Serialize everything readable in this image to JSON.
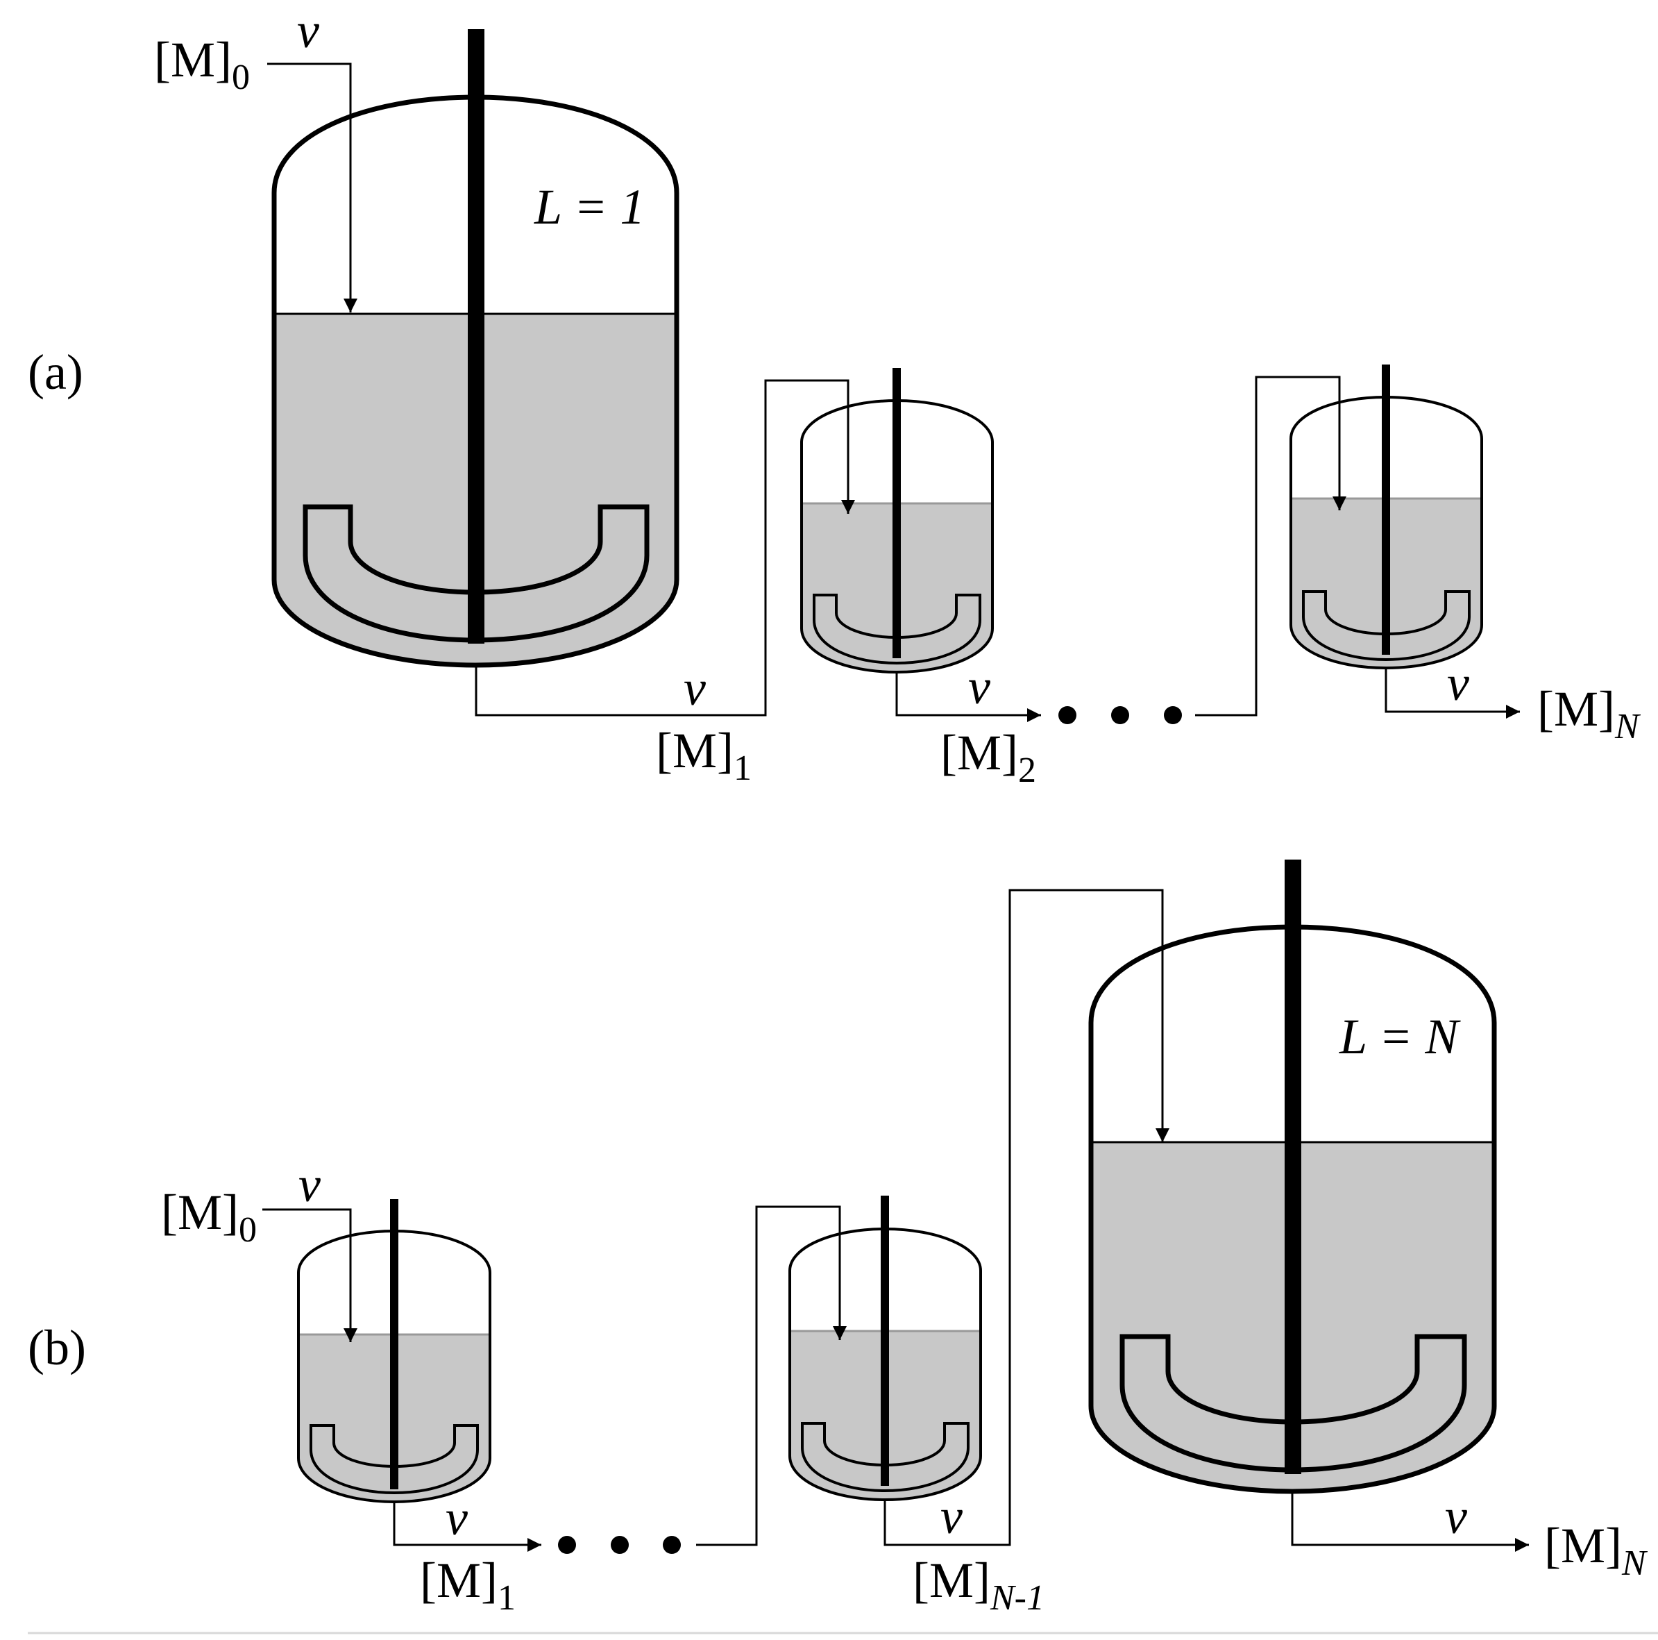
{
  "colors": {
    "liquid": "#c8c8c8",
    "stroke": "#000000",
    "background": "#ffffff"
  },
  "panel_a": {
    "tag": "(a)",
    "reactor_label": "L = 1",
    "flow": "v",
    "inlet": {
      "species": "[M]",
      "index": "0"
    },
    "streams": [
      {
        "species": "[M]",
        "index": "1"
      },
      {
        "species": "[M]",
        "index": "2"
      },
      {
        "species": "[M]",
        "index": "N"
      }
    ]
  },
  "panel_b": {
    "tag": "(b)",
    "reactor_label": "L = N",
    "flow": "v",
    "inlet": {
      "species": "[M]",
      "index": "0"
    },
    "streams": [
      {
        "species": "[M]",
        "index": "1"
      },
      {
        "species": "[M]",
        "index": "N-1"
      },
      {
        "species": "[M]",
        "index": "N"
      }
    ]
  }
}
